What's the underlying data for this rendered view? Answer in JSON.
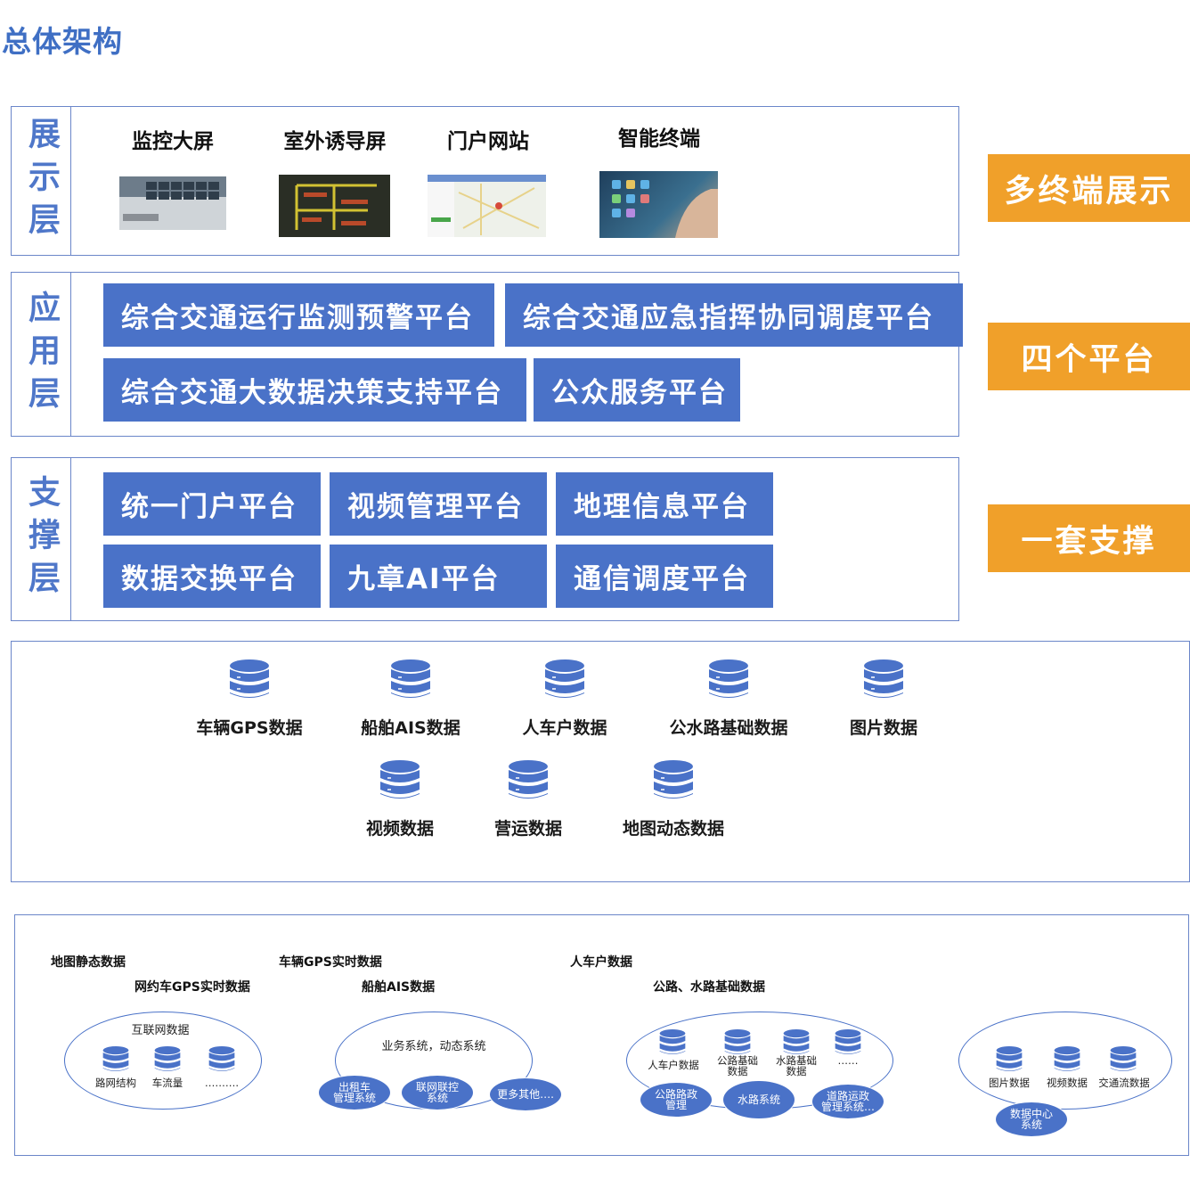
{
  "page_title": "总体架构",
  "display_layer": {
    "label": "展示层",
    "items": [
      {
        "label": "监控大屏"
      },
      {
        "label": "室外诱导屏"
      },
      {
        "label": "门户网站"
      },
      {
        "label": "智能终端"
      }
    ]
  },
  "app_layer": {
    "label": "应用层",
    "platforms": [
      "综合交通运行监测预警平台",
      "综合交通应急指挥协同调度平台",
      "综合交通大数据决策支持平台",
      "公众服务平台"
    ]
  },
  "support_layer": {
    "label": "支撑层",
    "platforms": [
      "统一门户平台",
      "视频管理平台",
      "地理信息平台",
      "数据交换平台",
      "九章AI平台",
      "通信调度平台"
    ]
  },
  "side_tags": [
    "多终端展示",
    "四个平台",
    "一套支撑"
  ],
  "data_sources": [
    "车辆GPS数据",
    "船舶AIS数据",
    "人车户数据",
    "公水路基础数据",
    "图片数据",
    "视频数据",
    "营运数据",
    "地图动态数据"
  ],
  "bottom": {
    "labels": [
      "地图静态数据",
      "网约车GPS实时数据",
      "车辆GPS实时数据",
      "船舶AIS数据",
      "人车户数据",
      "公路、水路基础数据"
    ],
    "cluster1": {
      "title": "互联网数据",
      "items": [
        "路网结构",
        "车流量",
        "………."
      ]
    },
    "cluster2": {
      "title": "业务系统，动态系统",
      "blobs": [
        "出租车\n管理系统",
        "联网联控\n系统",
        "更多其他…."
      ]
    },
    "cluster3": {
      "items": [
        "人车户数据",
        "公路基础\n数据",
        "水路基础\n数据",
        "……"
      ],
      "blobs": [
        "公路路政\n管理",
        "水路系统",
        "道路运政\n管理系统…"
      ]
    },
    "cluster4": {
      "items": [
        "图片数据",
        "视频数据",
        "交通流数据"
      ],
      "blob": "数据中心\n系统"
    }
  },
  "colors": {
    "primary": "#4a72c8",
    "accent": "#f0a02a",
    "title": "#3f6fc4",
    "border": "#6b86c9"
  }
}
